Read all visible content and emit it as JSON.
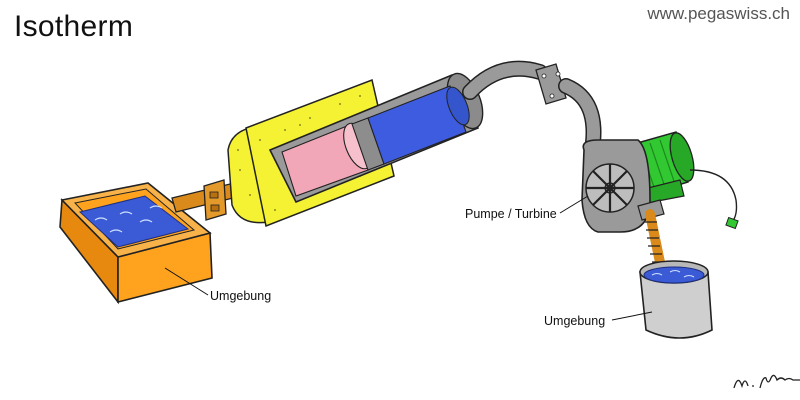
{
  "title": "Isotherm",
  "website": "www.pegaswiss.ch",
  "labels": {
    "environment_left": "Umgebung",
    "pump_turbine": "Pumpe / Turbine",
    "environment_right": "Umgebung"
  },
  "signature_text": "M. Nester",
  "colors": {
    "water": "#3b5bd6",
    "tank": "#ffa21e",
    "insulation": "#f4f232",
    "gas_pink": "#f2a7b8",
    "gas_blue": "#3d5ce0",
    "motor": "#32c832",
    "metal": "#9a9a9a",
    "rod": "#d98a1a"
  }
}
